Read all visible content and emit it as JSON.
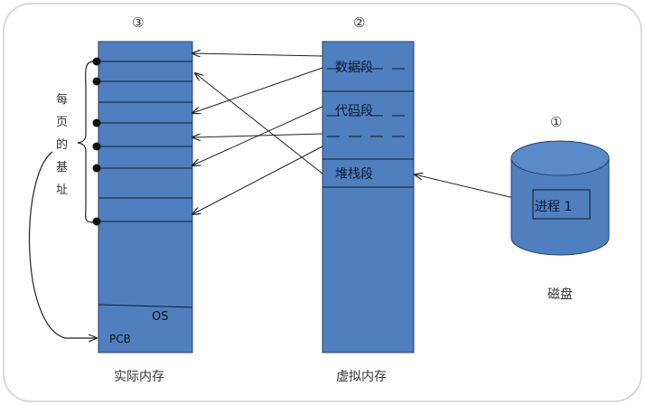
{
  "markers": {
    "physical": "③",
    "virtual": "②",
    "disk": "①"
  },
  "physical_memory": {
    "caption": "实际内存",
    "os_label": "OS",
    "pcb_label": "PCB",
    "page_base_label_chars": [
      "每",
      "页",
      "的",
      "基",
      "址"
    ]
  },
  "virtual_memory": {
    "caption": "虚拟内存",
    "segments": [
      "数据段",
      "代码段",
      "堆栈段"
    ]
  },
  "disk": {
    "caption": "磁盘",
    "process_label": "进程 1"
  },
  "colors": {
    "block_fill": "#4f7fbf",
    "block_stroke": "#23436f",
    "line": "#222222",
    "frame": "#c8c8c8"
  }
}
